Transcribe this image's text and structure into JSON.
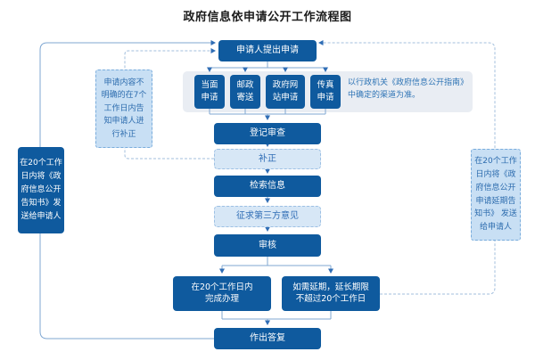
{
  "title": "政府信息依申请公开工作流程图",
  "colors": {
    "dark_box": "#0f5a9e",
    "light_box_fill": "#d7e7f6",
    "light_box_border": "#9dc0e4",
    "note_fill": "#c8dff4",
    "panel_fill": "#e9edf3",
    "wire_solid": "#7fa7d2",
    "wire_dashed": "#a3bfdd",
    "arrow": "#2f6db5",
    "text_blue": "#2e74b5"
  },
  "nodes": {
    "start": "申请人提出申请",
    "channels": [
      "当面\n申请",
      "邮政\n寄送",
      "政府网\n站申请",
      "传真\n申请"
    ],
    "channel_note": "以行政机关《政府信息公开指南》\n中确定的渠道为准。",
    "left_note": "申请内容不\n明确的在7个\n工作日内告\n知申请人进\n行补正",
    "register": "登记审查",
    "correction": "补正",
    "search": "检索信息",
    "third_party": "征求第三方意见",
    "review": "审核",
    "within_20": "在20个工作日内\n完成办理",
    "extension": "如需延期，延长期限\n不超过20个工作日",
    "reply": "作出答复",
    "left_tall": "在20个工作\n日内将《政\n府信息公开\n告知书》发\n送给申请人",
    "right_tall": "在20个工作\n日内将《政\n府信息公开\n申请延期告\n知书》 发送\n给申请人"
  }
}
